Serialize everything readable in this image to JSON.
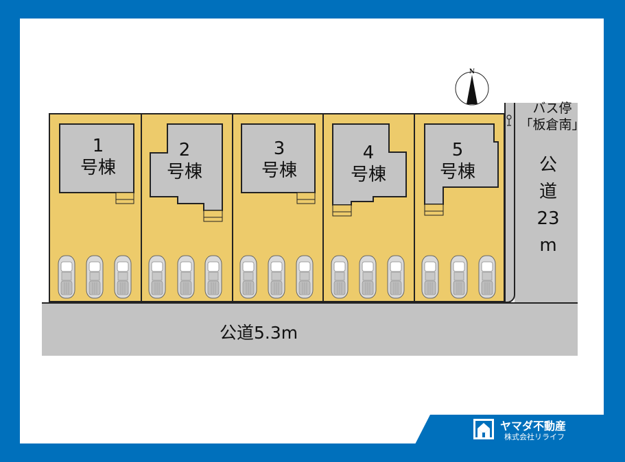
{
  "colors": {
    "frame": "#0070BC",
    "lot": "#EDCB6B",
    "house": "#C4C4C4",
    "road": "#C3C3C3",
    "outline": "#222222"
  },
  "compass": {
    "label": "N"
  },
  "bus_stop": {
    "label": "バス停\n「板倉南」"
  },
  "roads": {
    "bottom": {
      "label": "公道5.3m"
    },
    "right": {
      "label": "公\n道\n23\nm"
    }
  },
  "lots": [
    {
      "number": "1",
      "label": "1\n号棟",
      "cars": 3
    },
    {
      "number": "2",
      "label": "2\n号棟",
      "cars": 3
    },
    {
      "number": "3",
      "label": "3\n号棟",
      "cars": 3
    },
    {
      "number": "4",
      "label": "4\n号棟",
      "cars": 3
    },
    {
      "number": "5",
      "label": "5\n号棟",
      "cars": 3
    }
  ],
  "brand": {
    "title": "ヤマダ不動産",
    "subtitle": "株式会社リライフ"
  }
}
